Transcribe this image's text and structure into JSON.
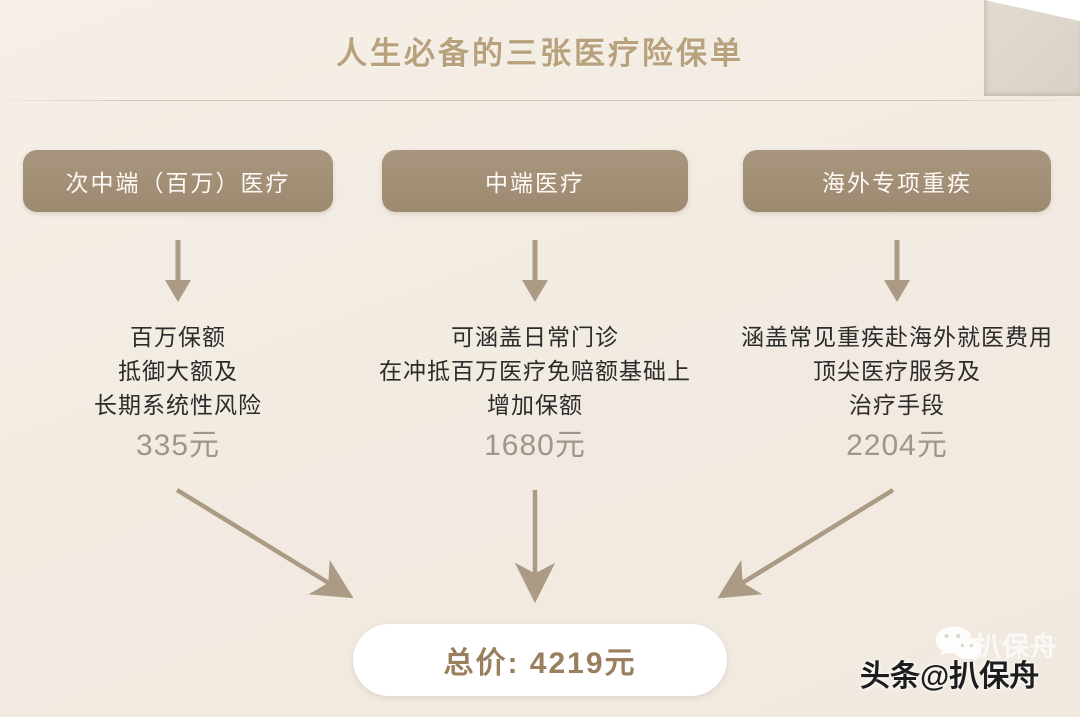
{
  "header": {
    "title": "人生必备的三张医疗险保单"
  },
  "colors": {
    "background": "#f3ece3",
    "pill": "#a08d74",
    "title": "#b8a17d",
    "price": "#a0958a",
    "total_text": "#9a7f5e",
    "arrow": "#ab9b84"
  },
  "columns": [
    {
      "pill_label": "次中端（百万）医疗",
      "desc_lines": [
        "百万保额",
        "抵御大额及",
        "长期系统性风险"
      ],
      "price": "335元"
    },
    {
      "pill_label": "中端医疗",
      "desc_lines": [
        "可涵盖日常门诊",
        "在冲抵百万医疗免赔额基础上",
        "增加保额"
      ],
      "price": "1680元"
    },
    {
      "pill_label": "海外专项重疾",
      "desc_lines": [
        "涵盖常见重疾赴海外就医费用",
        "顶尖医疗服务及",
        "治疗手段"
      ],
      "price": "2204元"
    }
  ],
  "total": {
    "label": "总价: 4219元"
  },
  "watermark": {
    "ghost_text": "扒保舟",
    "main_text_left": "头条",
    "main_text_right": "@扒保舟",
    "wechat_icon": "wechat-icon"
  }
}
